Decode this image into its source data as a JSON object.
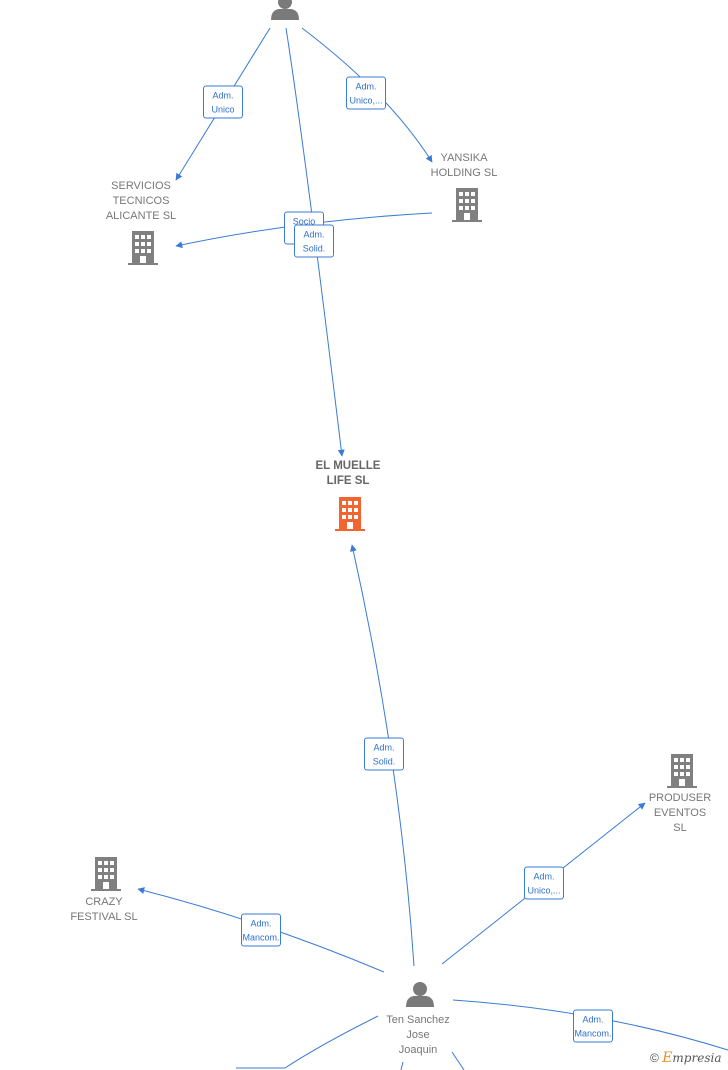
{
  "diagram": {
    "nodes": [
      {
        "id": "person_top",
        "kind": "person",
        "label": ""
      },
      {
        "id": "servicios",
        "kind": "company",
        "label": "SERVICIOS\nTECNICOS\nALICANTE  SL"
      },
      {
        "id": "yansika",
        "kind": "company",
        "label": "YANSIKA\nHOLDING  SL"
      },
      {
        "id": "el_muelle",
        "kind": "company_focus",
        "label": "EL MUELLE\nLIFE  SL"
      },
      {
        "id": "produser",
        "kind": "company",
        "label": "PRODUSER\nEVENTOS  SL"
      },
      {
        "id": "crazy",
        "kind": "company",
        "label": "CRAZY\nFESTIVAL  SL"
      },
      {
        "id": "ten_sanchez",
        "kind": "person",
        "label": "Ten Sanchez\nJose\nJoaquin"
      }
    ],
    "edges": [
      {
        "id": "e1",
        "from": "person_top",
        "to": "servicios",
        "label": "Adm.\nUnico"
      },
      {
        "id": "e2",
        "from": "person_top",
        "to": "yansika",
        "label": "Adm.\nUnico,..."
      },
      {
        "id": "e3",
        "from": "yansika",
        "to": "servicios",
        "label": "Socio\nÚ..."
      },
      {
        "id": "e4",
        "from": "person_top",
        "to": "el_muelle",
        "label": "Adm.\nSolid."
      },
      {
        "id": "e5",
        "from": "ten_sanchez",
        "to": "el_muelle",
        "label": "Adm.\nSolid."
      },
      {
        "id": "e6",
        "from": "ten_sanchez",
        "to": "produser",
        "label": "Adm.\nUnico,..."
      },
      {
        "id": "e7",
        "from": "ten_sanchez",
        "to": "crazy",
        "label": "Adm.\nMancom."
      },
      {
        "id": "e8",
        "from": "ten_sanchez",
        "to": "offscreen_right",
        "label": "Adm.\nMancom."
      }
    ]
  },
  "colors": {
    "edge": "#3a7bd5",
    "company_icon": "#808080",
    "focus_icon": "#f26430",
    "person_icon": "#7a7a7a"
  },
  "footer": {
    "copyright_symbol": "©",
    "brand_initial": "E",
    "brand_rest": "mpresia"
  }
}
